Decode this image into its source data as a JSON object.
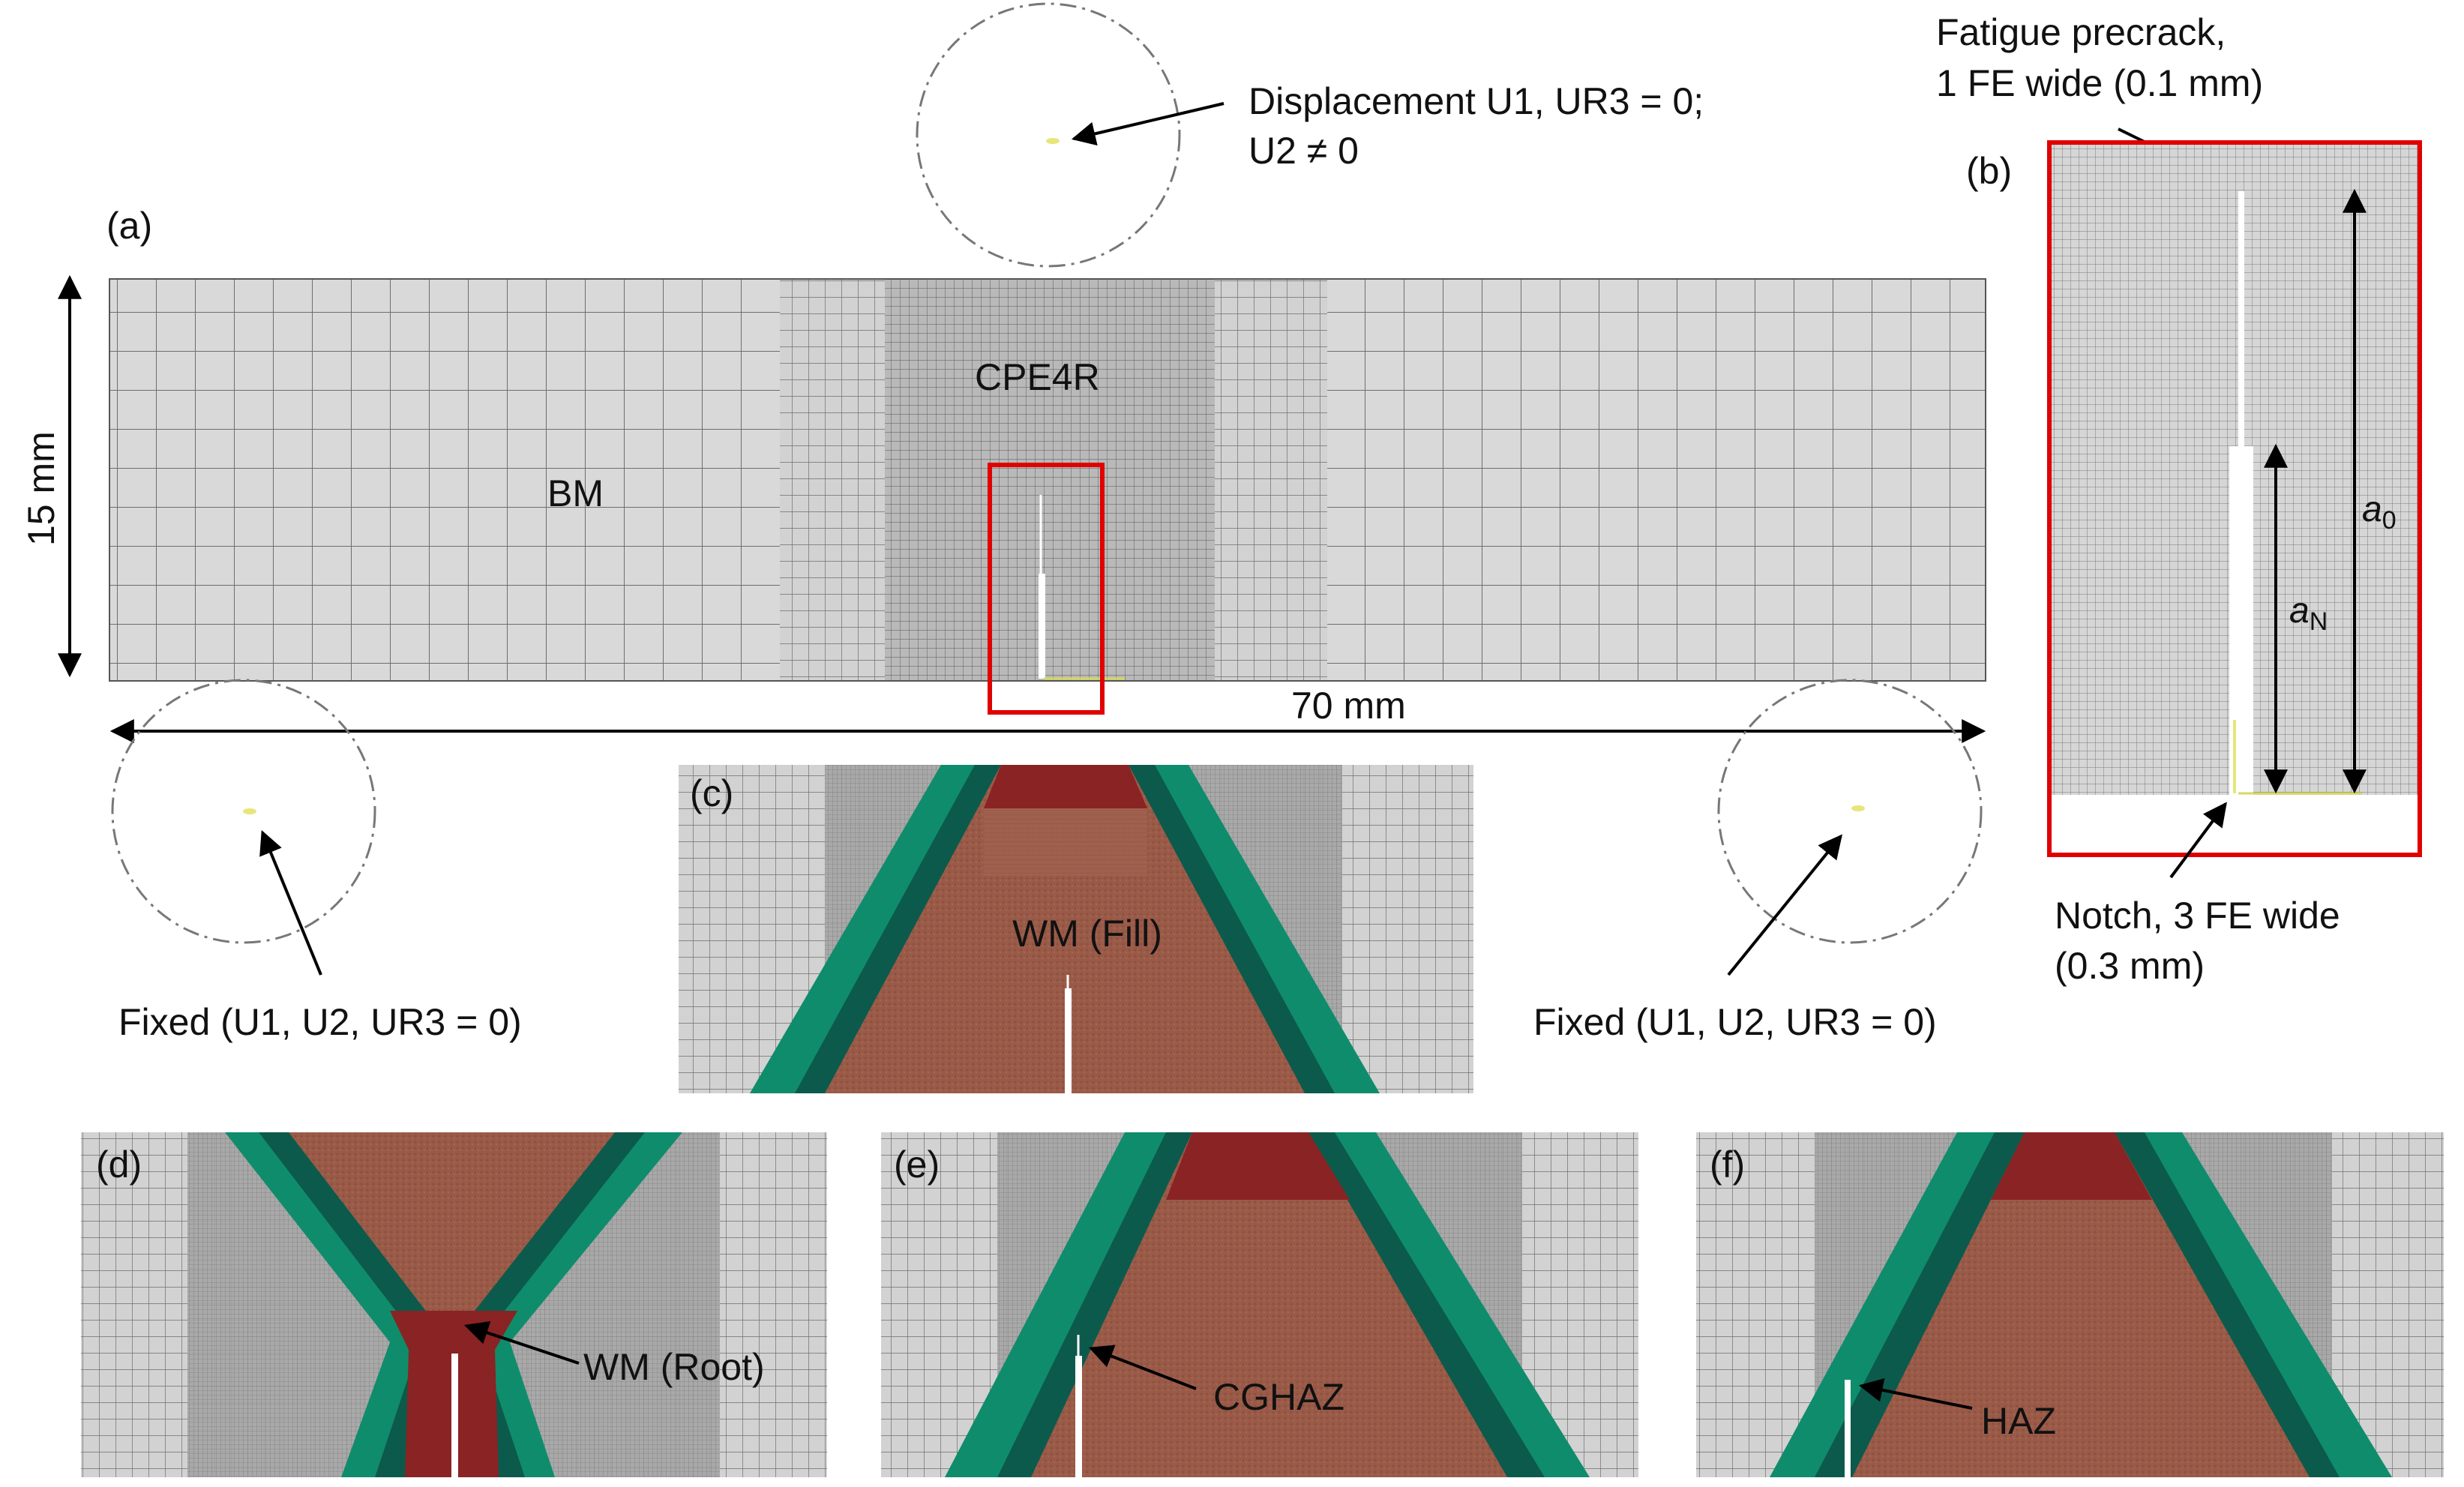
{
  "panels": {
    "a": "(a)",
    "b": "(b)",
    "c": "(c)",
    "d": "(d)",
    "e": "(e)",
    "f": "(f)"
  },
  "a": {
    "height_dim": "15 mm",
    "width_dim": "70 mm",
    "bm": "BM",
    "element_type": "CPE4R",
    "top_bc_line1": "Displacement U1, UR3 = 0;",
    "top_bc_line2": "U2 ≠ 0",
    "left_bc": "Fixed (U1, U2, UR3 = 0)",
    "right_bc": "Fixed (U1, U2, UR3 = 0)"
  },
  "b": {
    "precrack_line1": "Fatigue precrack,",
    "precrack_line2": "1 FE wide (0.1 mm)",
    "notch_line1": "Notch, 3 FE wide",
    "notch_line2": "(0.3 mm)",
    "a0_main": "a",
    "a0_sub": "0",
    "aN_main": "a",
    "aN_sub": "N"
  },
  "c": {
    "zone": "WM (Fill)"
  },
  "d": {
    "zone": "WM (Root)"
  },
  "e": {
    "zone": "CGHAZ"
  },
  "f": {
    "zone": "HAZ"
  },
  "colors": {
    "mesh_bg": "#d9d9d9",
    "mesh_line": "#6e6e6e",
    "weld_metal": "#9a5a48",
    "weld_root": "#8a2323",
    "cghaz": "#0f8c6c",
    "haz": "#0c5a4c",
    "highlight_box": "#e00000"
  }
}
